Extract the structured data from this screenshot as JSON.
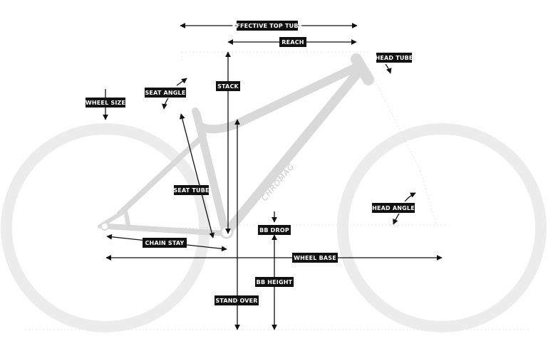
{
  "labels": {
    "effective_top_tube": "EFFECTIVE TOP TUBE",
    "reach": "REACH",
    "head_tube": "HEAD TUBE",
    "stack": "STACK",
    "seat_angle": "SEAT ANGLE",
    "wheel_size": "WHEEL SIZE",
    "seat_tube": "SEAT TUBE",
    "head_angle": "HEAD ANGLE",
    "bb_drop": "BB DROP",
    "chain_stay": "CHAIN STAY",
    "wheel_base": "WHEEL BASE",
    "bb_height": "BB HEIGHT",
    "stand_over": "STAND OVER"
  },
  "frame": {
    "downtube_logo": "CHROMAG"
  },
  "colors": {
    "label_background": "#111111",
    "label_text": "#ffffff",
    "frame": "#d9d9d9",
    "wheel": "#ececec",
    "dimension_line": "#111111"
  }
}
